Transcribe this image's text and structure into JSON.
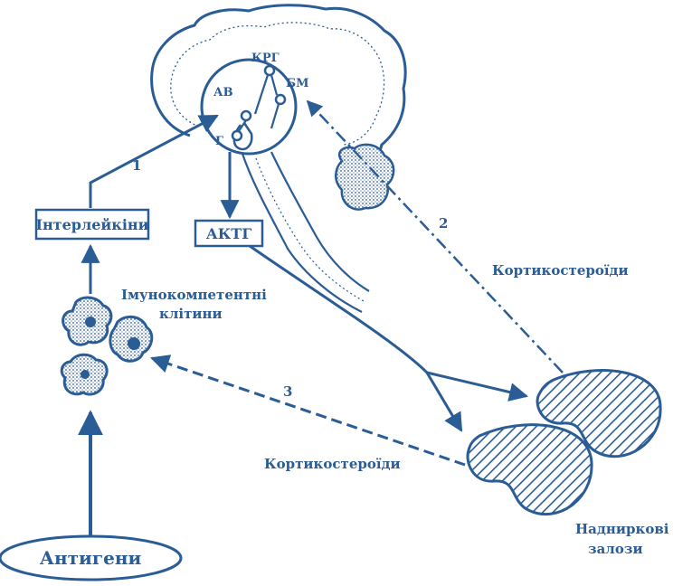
{
  "colors": {
    "ink": "#2a5c95",
    "background": "#ffffff"
  },
  "labels": {
    "krg": "КРГ",
    "av": "АВ",
    "bm": "БМ",
    "g": "Г",
    "aktg": "АКТГ",
    "interleukins": "Інтерлейкіни",
    "immune_line1": "Імунокомпетентні",
    "immune_line2": "клітини",
    "corticosteroids_right": "Кортикостероїди",
    "corticosteroids_bottom": "Кортикостероїди",
    "adrenal_line1": "Надниркові",
    "adrenal_line2": "залози",
    "antigens": "Антигени",
    "num1": "1",
    "num2": "2",
    "num3": "3"
  }
}
